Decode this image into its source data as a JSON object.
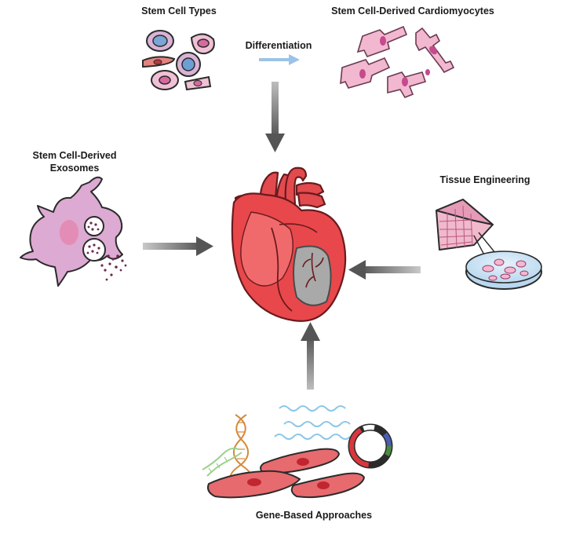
{
  "labels": {
    "stem_cell_types": "Stem Cell Types",
    "differentiation": "Differentiation",
    "cardiomyocytes": "Stem Cell-Derived Cardiomyocytes",
    "exosomes_line1": "Stem Cell-Derived",
    "exosomes_line2": "Exosomes",
    "tissue_engineering": "Tissue Engineering",
    "gene_based": "Gene-Based Approaches"
  },
  "icons": [
    "stem-cells-icon",
    "cardiomyocytes-icon",
    "heart-icon",
    "exosome-cell-icon",
    "tissue-scaffold-icon",
    "petri-dish-icon",
    "dna-helix-icon",
    "rna-strands-icon",
    "plasmid-icon",
    "fibroblast-cells-icon"
  ],
  "colors": {
    "heart": "#e8484b",
    "heart_dark": "#b72a30",
    "pink_cell": "#f2b8cf",
    "pink_stroke": "#2b2b2b",
    "exosome": "#dcaad2",
    "arrow": "#555555",
    "differentiation_arrow": "#9cc3e6"
  }
}
